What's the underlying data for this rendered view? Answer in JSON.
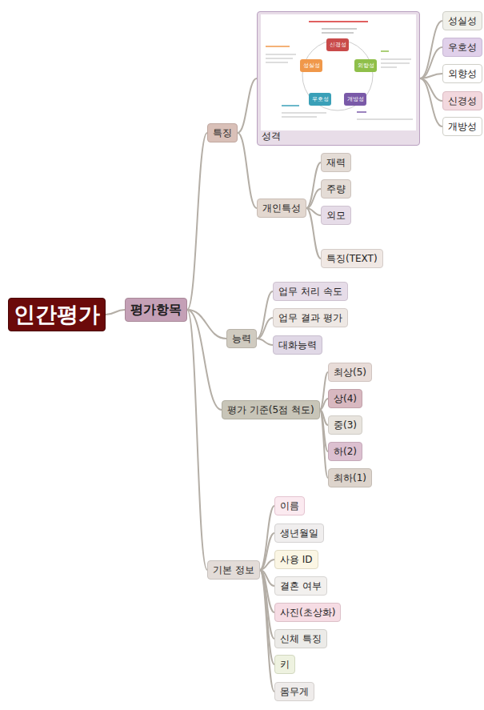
{
  "diagram": {
    "nodes": [
      {
        "text": [
          "인간평가"
        ]
      },
      {
        "text": [
          "평가항목"
        ]
      },
      {
        "text": [
          "특징"
        ]
      },
      {
        "text": [
          "성격"
        ]
      },
      {
        "text": [
          "성실성"
        ]
      },
      {
        "text": [
          "우호성"
        ]
      },
      {
        "text": [
          "외향성"
        ]
      },
      {
        "text": [
          "신경성"
        ]
      },
      {
        "text": [
          "개방성"
        ]
      },
      {
        "text": [
          "개인특성"
        ]
      },
      {
        "text": [
          "재력"
        ]
      },
      {
        "text": [
          "주량"
        ]
      },
      {
        "text": [
          "외모"
        ]
      },
      {
        "text": [
          "특징(TEXT)"
        ]
      },
      {
        "text": [
          "능력"
        ]
      },
      {
        "text": [
          "업무 처리 속도"
        ]
      },
      {
        "text": [
          "업무 결과 평가"
        ]
      },
      {
        "text": [
          "대화능력"
        ]
      },
      {
        "text": [
          "평가 기준(5점 척도)"
        ]
      },
      {
        "text": [
          "최상(5)"
        ]
      },
      {
        "text": [
          "상(4)"
        ]
      },
      {
        "text": [
          "중(3)"
        ]
      },
      {
        "text": [
          "하(2)"
        ]
      },
      {
        "text": [
          "최하(1)"
        ]
      },
      {
        "text": [
          "기본 정보"
        ]
      },
      {
        "text": [
          "이름"
        ]
      },
      {
        "text": [
          "생년월일"
        ]
      },
      {
        "text": [
          "사용 ID"
        ]
      },
      {
        "text": [
          "결혼 여부"
        ]
      },
      {
        "text": [
          "사진(초상화)"
        ]
      },
      {
        "text": [
          "신체 특징"
        ]
      },
      {
        "text": [
          "키"
        ]
      },
      {
        "text": [
          "몸무게"
        ]
      }
    ],
    "edges": [
      {
        "from": 0,
        "to": 1,
        "arrow": "none"
      },
      {
        "from": 1,
        "to": 2,
        "arrow": "none"
      },
      {
        "from": 1,
        "to": 14,
        "arrow": "none"
      },
      {
        "from": 1,
        "to": 18,
        "arrow": "none"
      },
      {
        "from": 1,
        "to": 24,
        "arrow": "none"
      },
      {
        "from": 2,
        "to": 3,
        "arrow": "none"
      },
      {
        "from": 2,
        "to": 9,
        "arrow": "none"
      },
      {
        "from": 3,
        "to": 4,
        "arrow": "none"
      },
      {
        "from": 3,
        "to": 5,
        "arrow": "none"
      },
      {
        "from": 3,
        "to": 6,
        "arrow": "none"
      },
      {
        "from": 3,
        "to": 7,
        "arrow": "none"
      },
      {
        "from": 3,
        "to": 8,
        "arrow": "none"
      },
      {
        "from": 9,
        "to": 10,
        "arrow": "none"
      },
      {
        "from": 9,
        "to": 11,
        "arrow": "none"
      },
      {
        "from": 9,
        "to": 12,
        "arrow": "none"
      },
      {
        "from": 9,
        "to": 13,
        "arrow": "none"
      },
      {
        "from": 14,
        "to": 15,
        "arrow": "none"
      },
      {
        "from": 14,
        "to": 16,
        "arrow": "none"
      },
      {
        "from": 14,
        "to": 17,
        "arrow": "none"
      },
      {
        "from": 18,
        "to": 19,
        "arrow": "none"
      },
      {
        "from": 18,
        "to": 20,
        "arrow": "none"
      },
      {
        "from": 18,
        "to": 21,
        "arrow": "none"
      },
      {
        "from": 18,
        "to": 22,
        "arrow": "none"
      },
      {
        "from": 18,
        "to": 23,
        "arrow": "none"
      },
      {
        "from": 24,
        "to": 25,
        "arrow": "none"
      },
      {
        "from": 24,
        "to": 26,
        "arrow": "none"
      },
      {
        "from": 24,
        "to": 27,
        "arrow": "none"
      },
      {
        "from": 24,
        "to": 28,
        "arrow": "none"
      },
      {
        "from": 24,
        "to": 29,
        "arrow": "none"
      },
      {
        "from": 24,
        "to": 30,
        "arrow": "none"
      },
      {
        "from": 24,
        "to": 31,
        "arrow": "none"
      },
      {
        "from": 24,
        "to": 32,
        "arrow": "none"
      }
    ],
    "labels": [
      "신경성",
      "외향성",
      "개방성",
      "우호성",
      "성실성"
    ]
  }
}
